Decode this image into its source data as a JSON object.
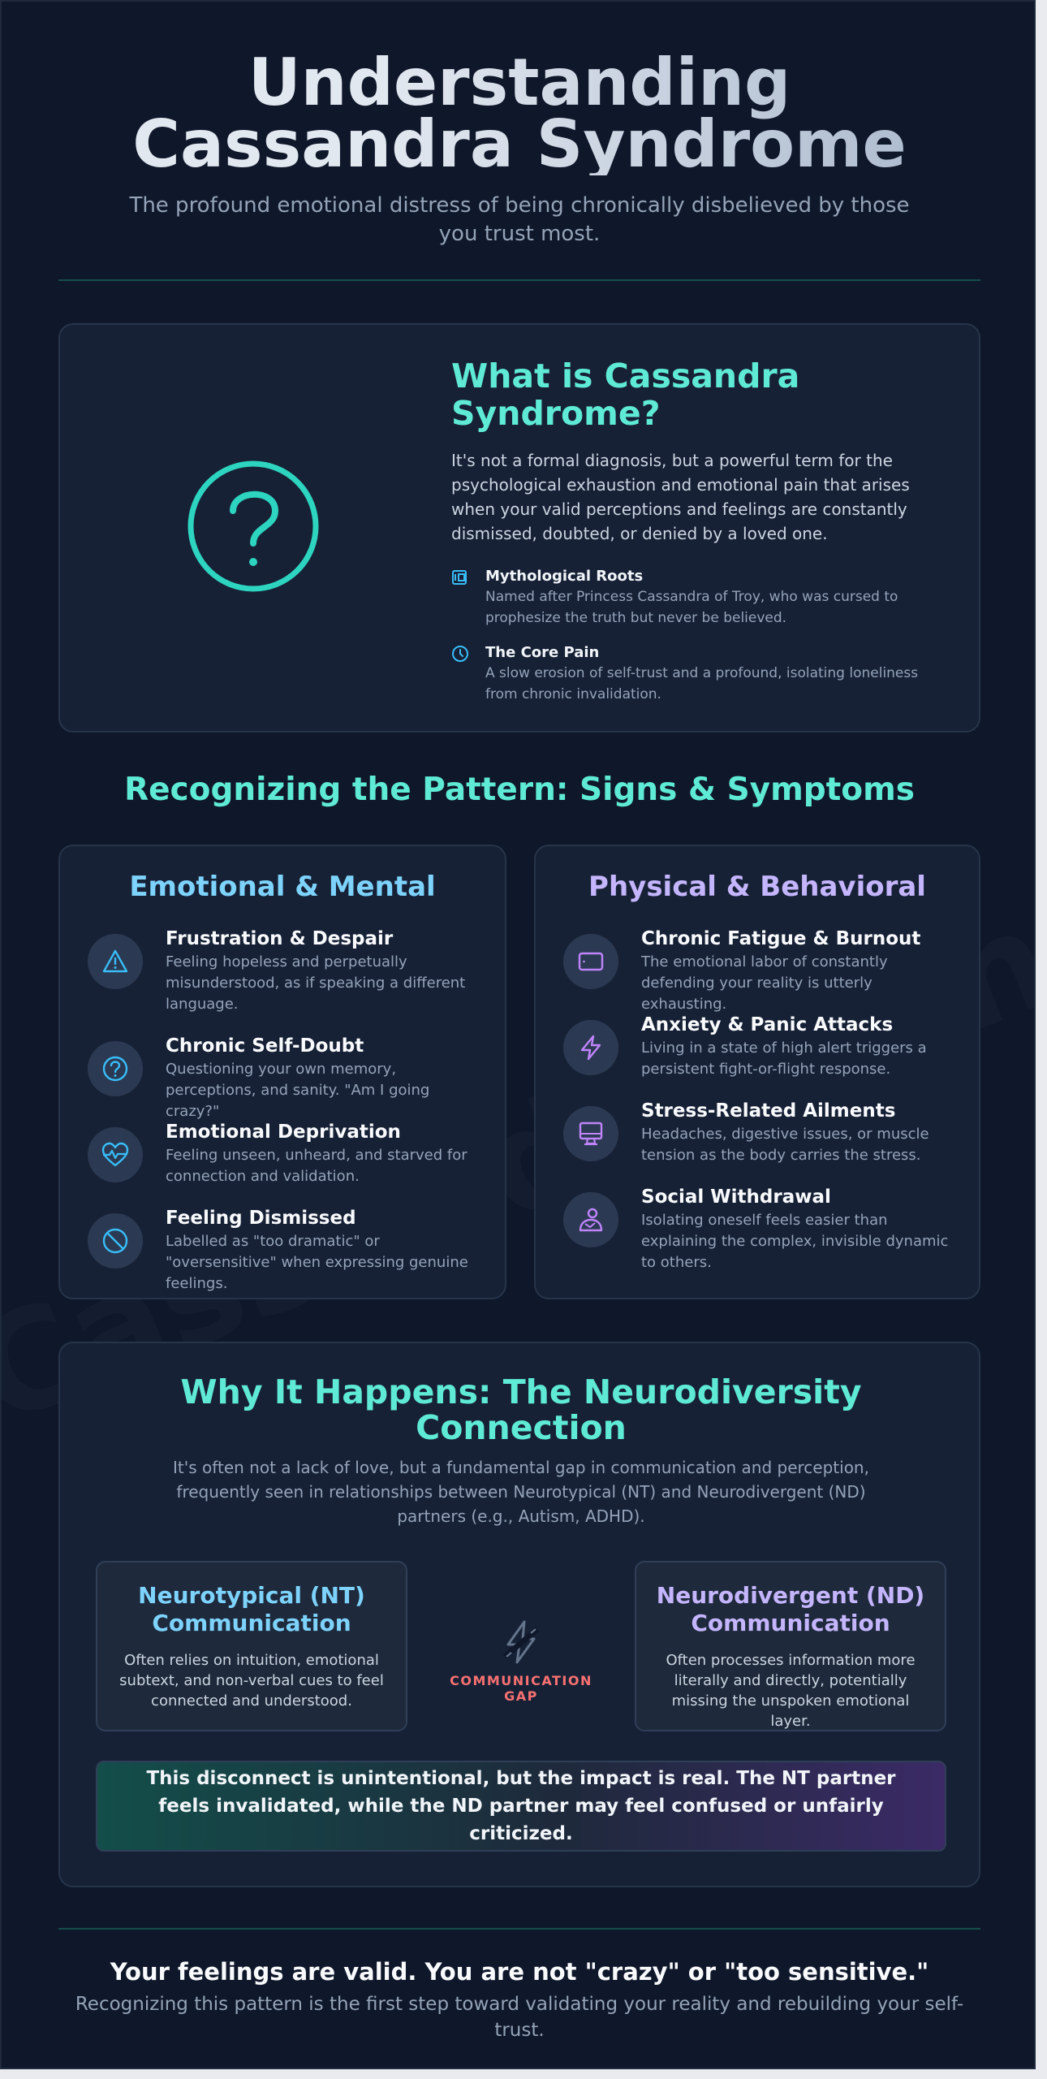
{
  "hero": {
    "title": "Understanding Cassandra Syndrome",
    "subtitle": "The profound emotional distress of being chronically disbelieved by those you trust most."
  },
  "watermark": "Cassandra Syndrome by",
  "what_is": {
    "icon": "question-circle-icon",
    "title": "What is Cassandra Syndrome?",
    "description": "It's not a formal diagnosis, but a powerful term for the psychological exhaustion and emotional pain that arises when your valid perceptions and feelings are constantly dismissed, doubted, or denied by a loved one.",
    "facts": [
      {
        "icon": "scroll-icon",
        "title": "Mythological Roots",
        "text": "Named after Princess Cassandra of Troy, who was cursed to prophesize the truth but never be believed."
      },
      {
        "icon": "clock-icon",
        "title": "The Core Pain",
        "text": "A slow erosion of self-trust and a profound, isolating loneliness from chronic invalidation."
      }
    ]
  },
  "signs": {
    "title": "Recognizing the Pattern: Signs & Symptoms",
    "emotional": {
      "title": "Emotional & Mental",
      "color": "#7dd3fc",
      "items": [
        {
          "icon": "warning-triangle-icon",
          "title": "Frustration & Despair",
          "text": "Feeling hopeless and perpetually misunderstood, as if speaking a different language."
        },
        {
          "icon": "question-circle-icon",
          "title": "Chronic Self-Doubt",
          "text": "Questioning your own memory, perceptions, and sanity. \"Am I going crazy?\""
        },
        {
          "icon": "heart-pulse-icon",
          "title": "Emotional Deprivation",
          "text": "Feeling unseen, unheard, and starved for connection and validation."
        },
        {
          "icon": "ban-icon",
          "title": "Feeling Dismissed",
          "text": "Labelled as \"too dramatic\" or \"oversensitive\" when expressing genuine feelings."
        }
      ]
    },
    "physical": {
      "title": "Physical & Behavioral",
      "color": "#c4b5fd",
      "items": [
        {
          "icon": "battery-icon",
          "title": "Chronic Fatigue & Burnout",
          "text": "The emotional labor of constantly defending your reality is utterly exhausting."
        },
        {
          "icon": "lightning-icon",
          "title": "Anxiety & Panic Attacks",
          "text": "Living in a state of high alert triggers a persistent fight-or-flight response."
        },
        {
          "icon": "monitor-icon",
          "title": "Stress-Related Ailments",
          "text": "Headaches, digestive issues, or muscle tension as the body carries the stress."
        },
        {
          "icon": "person-withdrawn-icon",
          "title": "Social Withdrawal",
          "text": "Isolating oneself feels easier than explaining the complex, invisible dynamic to others."
        }
      ]
    }
  },
  "why": {
    "title": "Why It Happens: The Neurodiversity Connection",
    "intro": "It's often not a lack of love, but a fundamental gap in communication and perception, frequently seen in relationships between Neurotypical (NT) and Neurodivergent (ND) partners (e.g., Autism, ADHD).",
    "nt": {
      "title": "Neurotypical (NT) Communication",
      "text": "Often relies on intuition, emotional subtext, and non-verbal cues to feel connected and understood.",
      "color": "#7dd3fc"
    },
    "gap_label": "COMMUNICATION GAP",
    "nd": {
      "title": "Neurodivergent (ND) Communication",
      "text": "Often processes information more literally and directly, potentially missing the unspoken emotional layer.",
      "color": "#c4b5fd"
    },
    "banner": "This disconnect is unintentional, but the impact is real. The NT partner feels invalidated, while the ND partner may feel confused or unfairly criticized."
  },
  "footer": {
    "headline": "Your feelings are valid. You are not \"crazy\" or \"too sensitive.\"",
    "subtext": "Recognizing this pattern is the first step toward validating your reality and rebuilding your self-trust."
  },
  "colors": {
    "accent": "#5eead4",
    "background": "#0f172a",
    "card": "#172136",
    "warning": "#f87171"
  }
}
